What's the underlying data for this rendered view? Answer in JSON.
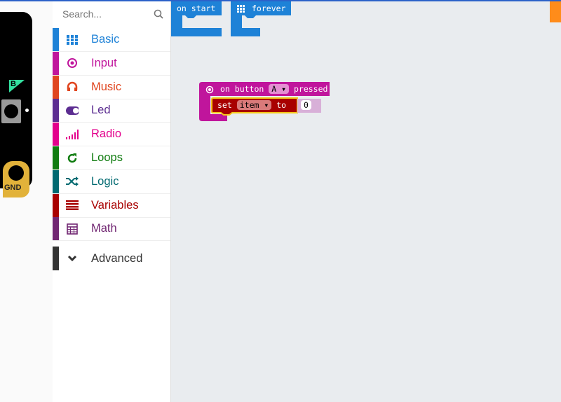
{
  "search": {
    "placeholder": "Search...",
    "icon": "search-icon"
  },
  "simulator": {
    "button_label": "B",
    "pin_label": "GND"
  },
  "categories": [
    {
      "label": "Basic",
      "color": "#1e82d7",
      "icon": "grid-icon"
    },
    {
      "label": "Input",
      "color": "#c0159c",
      "icon": "target-icon"
    },
    {
      "label": "Music",
      "color": "#e0451f",
      "icon": "headphones-icon"
    },
    {
      "label": "Led",
      "color": "#5c2d91",
      "icon": "toggle-icon"
    },
    {
      "label": "Radio",
      "color": "#e3008c",
      "icon": "signal-icon"
    },
    {
      "label": "Loops",
      "color": "#107c10",
      "icon": "refresh-icon"
    },
    {
      "label": "Logic",
      "color": "#006970",
      "icon": "shuffle-icon"
    },
    {
      "label": "Variables",
      "color": "#a80000",
      "icon": "lines-icon"
    },
    {
      "label": "Math",
      "color": "#712672",
      "icon": "calculator-icon"
    }
  ],
  "advanced": {
    "label": "Advanced",
    "color": "#333333",
    "icon": "chevron-down-icon"
  },
  "blocks": {
    "on_start": "on start",
    "forever": "forever",
    "on_button": {
      "prefix": "on button",
      "button": "A",
      "suffix": "pressed"
    },
    "set_var": {
      "set": "set",
      "var": "item",
      "to": "to",
      "value": "0"
    }
  }
}
